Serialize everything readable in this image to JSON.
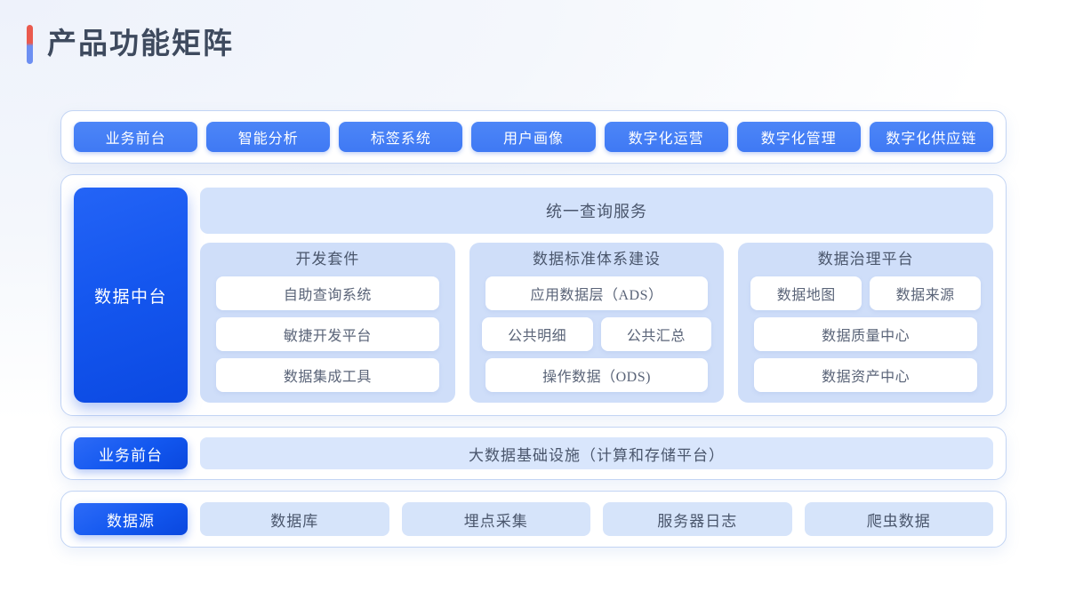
{
  "page": {
    "title": "产品功能矩阵",
    "accent_top_color": "#ea5a4e",
    "accent_bottom_color": "#6d8ff2",
    "background_color": "#f4f7fc"
  },
  "app_layer": {
    "tags": [
      {
        "label": "业务前台"
      },
      {
        "label": "智能分析"
      },
      {
        "label": "标签系统"
      },
      {
        "label": "用户画像"
      },
      {
        "label": "数字化运营"
      },
      {
        "label": "数字化管理"
      },
      {
        "label": "数字化供应链"
      }
    ],
    "tag_color": "#4080f5",
    "tag_text_color": "#ffffff"
  },
  "middle_platform": {
    "side_label": "数据中台",
    "side_color": "#1557ef",
    "unified_service": "统一查询服务",
    "unified_service_color": "#d3e2fb",
    "columns": [
      {
        "title": "开发套件",
        "rows": [
          [
            "自助查询系统"
          ],
          [
            "敏捷开发平台"
          ],
          [
            "数据集成工具"
          ]
        ]
      },
      {
        "title": "数据标准体系建设",
        "rows": [
          [
            "应用数据层（ADS）"
          ],
          [
            "公共明细",
            "公共汇总"
          ],
          [
            "操作数据（ODS)"
          ]
        ]
      },
      {
        "title": "数据治理平台",
        "rows": [
          [
            "数据地图",
            "数据来源"
          ],
          [
            "数据质量中心"
          ],
          [
            "数据资产中心"
          ]
        ]
      }
    ],
    "column_color": "#cfdef9",
    "chip_color": "#ffffff"
  },
  "infrastructure": {
    "side_label": "业务前台",
    "bar_label": "大数据基础设施（计算和存储平台）",
    "bar_color": "#d9e6fc"
  },
  "data_sources": {
    "side_label": "数据源",
    "items": [
      {
        "label": "数据库"
      },
      {
        "label": "埋点采集"
      },
      {
        "label": "服务器日志"
      },
      {
        "label": "爬虫数据"
      }
    ],
    "pill_color": "#d6e4fa"
  }
}
